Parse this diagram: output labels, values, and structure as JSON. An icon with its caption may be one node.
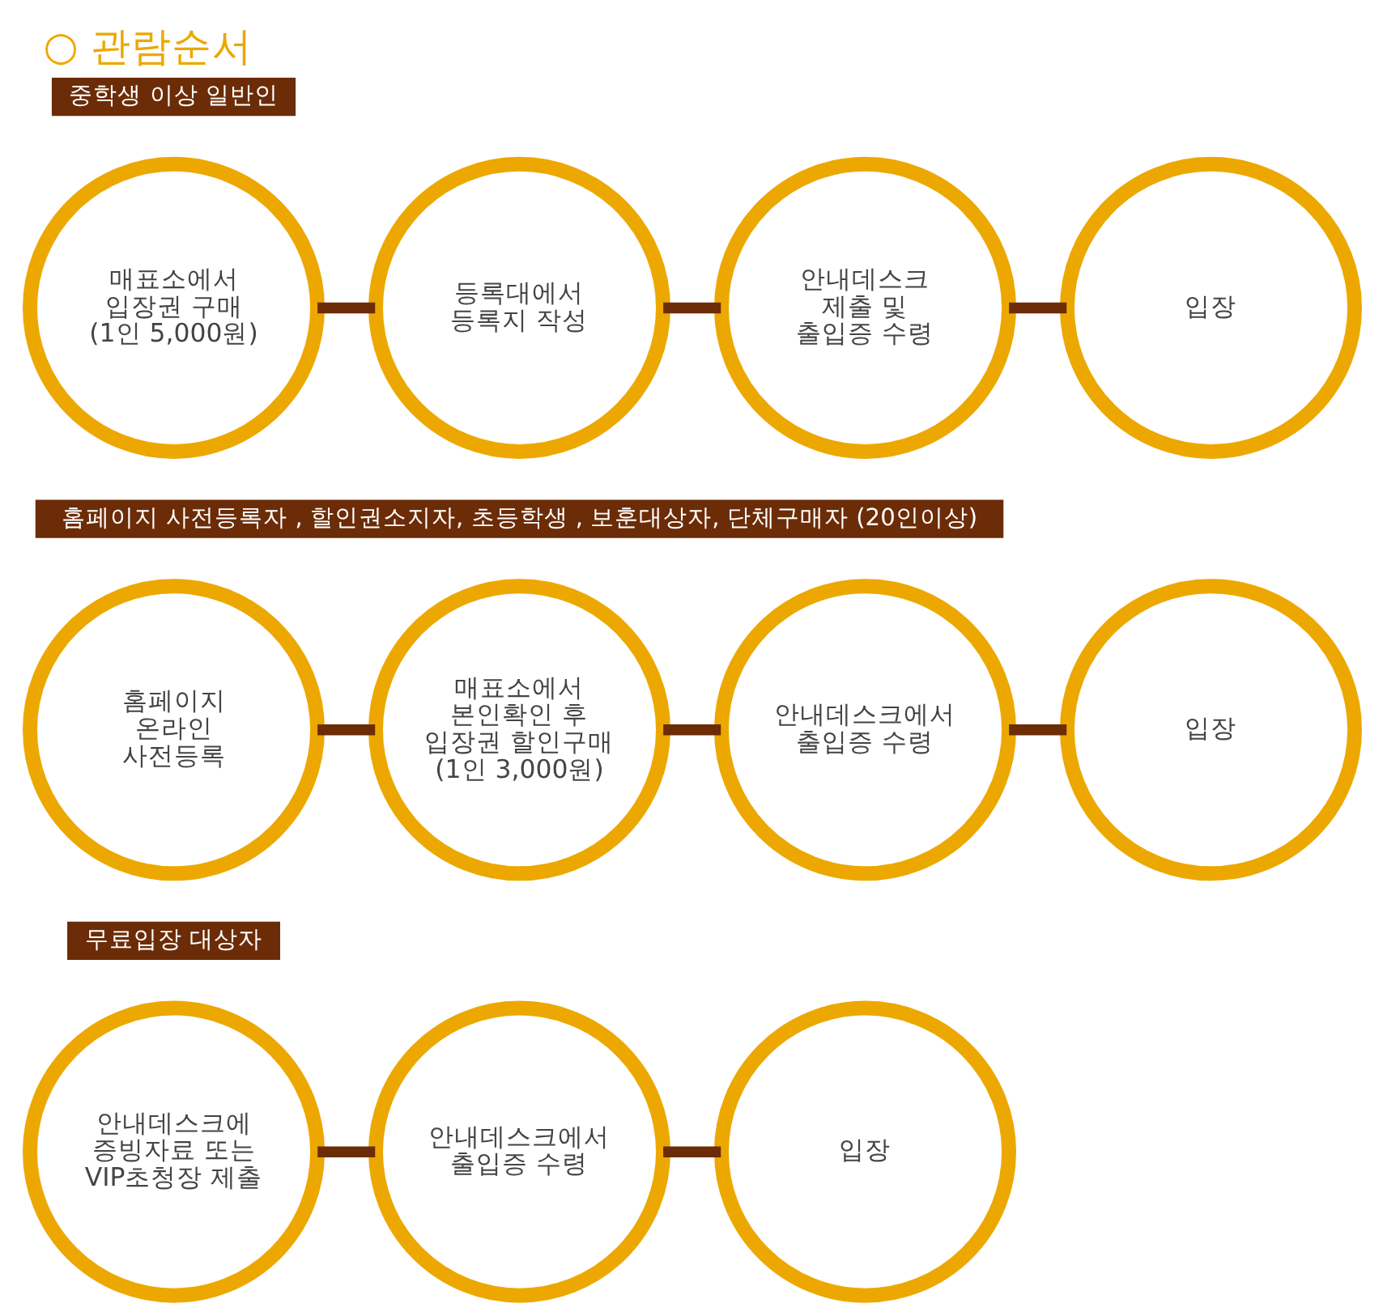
{
  "diagram": {
    "title": "○ 관람순서",
    "nodes": [
      {
        "text": [
          "중학생 이상 일반인"
        ]
      },
      {
        "text": [
          "매표소에서 입장권 구매",
          "(1인 5,000원)"
        ]
      },
      {
        "text": [
          "등록대에서 등록지 작성"
        ]
      },
      {
        "text": [
          "안내데스크 제출 및 출입증 수령"
        ]
      },
      {
        "text": [
          "입장"
        ]
      },
      {
        "text": [
          "홈페이지 사전등록자 , 할인권소지자, 초등학생 , 보훈대상자, 단체구매자 (20인이상)"
        ]
      },
      {
        "text": [
          "홈페이지 온라인 사전등록"
        ]
      },
      {
        "text": [
          "매표소에서 본인확인 후 입장권 할인구매 (1인 3,000원)"
        ]
      },
      {
        "text": [
          "안내데스크에서 출입증 수령"
        ]
      },
      {
        "text": [
          "입장"
        ]
      },
      {
        "text": [
          "무료입장 대상자"
        ]
      },
      {
        "text": [
          "안내데스크에 증빙자료 또는 VIP초청장 제출"
        ]
      },
      {
        "text": [
          "안내데스크에서 출입증 수령"
        ]
      },
      {
        "text": [
          "입장"
        ]
      }
    ],
    "edges": [
      {
        "from": 1,
        "to": 2,
        "arrow": "none"
      },
      {
        "from": 2,
        "to": 3,
        "arrow": "none"
      },
      {
        "from": 3,
        "to": 4,
        "arrow": "none"
      },
      {
        "from": 6,
        "to": 7,
        "arrow": "none"
      },
      {
        "from": 7,
        "to": 8,
        "arrow": "none"
      },
      {
        "from": 8,
        "to": 9,
        "arrow": "none"
      },
      {
        "from": 11,
        "to": 12,
        "arrow": "none"
      },
      {
        "from": 12,
        "to": 13,
        "arrow": "none"
      }
    ]
  }
}
